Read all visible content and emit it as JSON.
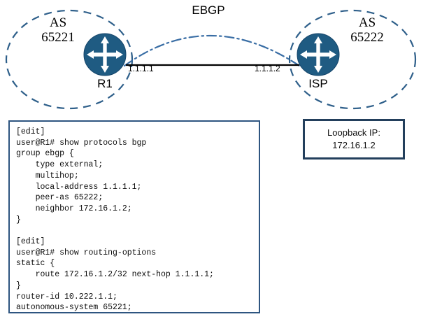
{
  "diagram": {
    "type": "network-topology",
    "colors": {
      "router_fill": "#1f5b82",
      "ellipse_stroke": "#2e5f8a",
      "ebgp_curve": "#3a6ea5",
      "link_line": "#000000",
      "config_border": "#2e5580",
      "loopback_border": "#233f5c",
      "text": "#000000"
    },
    "left_cloud": {
      "as_line1": "AS",
      "as_line2": "65221",
      "router_name": "R1",
      "router_icon": "router-icon",
      "interface_ip": "1.1.1.1"
    },
    "right_cloud": {
      "as_line1": "AS",
      "as_line2": "65222",
      "router_name": "ISP",
      "router_icon": "router-icon",
      "interface_ip": "1.1.1.2"
    },
    "link": {
      "protocol_label": "EBGP",
      "physical_link_style": "solid",
      "session_link_style": "dash-dot-arc"
    }
  },
  "config_panel": {
    "text": "[edit]\nuser@R1# show protocols bgp\ngroup ebgp {\n    type external;\n    multihop;\n    local-address 1.1.1.1;\n    peer-as 65222;\n    neighbor 172.16.1.2;\n}\n\n[edit]\nuser@R1# show routing-options\nstatic {\n    route 172.16.1.2/32 next-hop 1.1.1.1;\n}\nrouter-id 10.222.1.1;\nautonomous-system 65221;"
  },
  "loopback_panel": {
    "title": "Loopback IP:",
    "address": "172.16.1.2"
  }
}
